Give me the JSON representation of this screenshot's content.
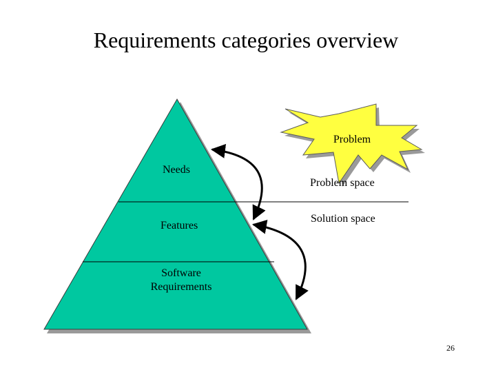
{
  "slide": {
    "title": "Requirements categories overview",
    "page_number": "26"
  },
  "pyramid": {
    "levels": [
      "Needs",
      "Features",
      "Software Requirements"
    ],
    "fill": "#00c8a0"
  },
  "problem_burst": {
    "label": "Problem",
    "fill": "#ffff40"
  },
  "spaces": {
    "problem_space": "Problem space",
    "solution_space": "Solution space"
  },
  "colors": {
    "background": "#ffffff",
    "shadow": "#9a9a9a",
    "line": "#000000"
  }
}
